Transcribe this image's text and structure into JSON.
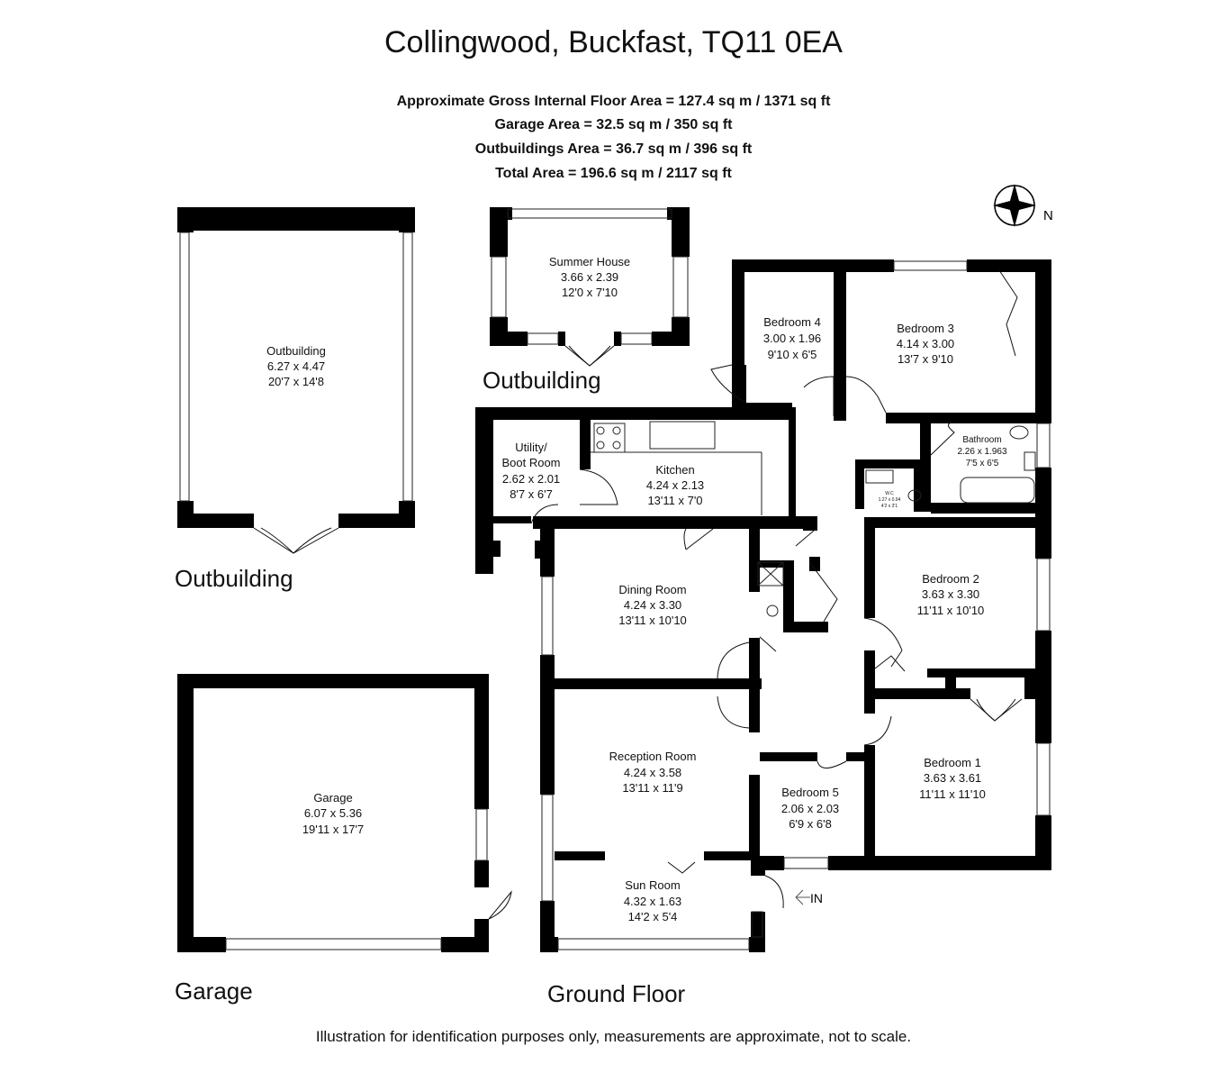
{
  "title": "Collingwood, Buckfast, TQ11 0EA",
  "areas": {
    "gross": "Approximate Gross Internal Floor Area  = 127.4 sq m / 1371  sq ft",
    "garage": "Garage Area = 32.5 sq m / 350 sq ft",
    "outbuildings": "Outbuildings Area = 36.7 sq m / 396 sq ft",
    "total": "Total Area = 196.6 sq m / 2117 sq ft"
  },
  "compass_label": "N",
  "entrance_label": "IN",
  "sections": {
    "outbuilding_left": "Outbuilding",
    "outbuilding_summer": "Outbuilding",
    "garage": "Garage",
    "ground_floor": "Ground Floor"
  },
  "rooms": {
    "outbuilding": {
      "name": "Outbuilding",
      "metric": "6.27 x 4.47",
      "imperial": "20'7 x 14'8"
    },
    "summer_house": {
      "name": "Summer House",
      "metric": "3.66 x 2.39",
      "imperial": "12'0 x 7'10"
    },
    "bedroom4": {
      "name": "Bedroom 4",
      "metric": "3.00 x 1.96",
      "imperial": "9'10 x 6'5"
    },
    "bedroom3": {
      "name": "Bedroom 3",
      "metric": "4.14 x 3.00",
      "imperial": "13'7 x 9'10"
    },
    "bathroom": {
      "name": "Bathroom",
      "metric": "2.26 x 1.963",
      "imperial": "7'5 x 6'5"
    },
    "wc": {
      "name": "W.C",
      "metric": "1.27 x 0.94",
      "imperial": "4'2 x 3'1"
    },
    "utility": {
      "name_line1": "Utility/",
      "name_line2": "Boot Room",
      "metric": "2.62 x 2.01",
      "imperial": "8'7 x 6'7"
    },
    "kitchen": {
      "name": "Kitchen",
      "metric": "4.24 x 2.13",
      "imperial": "13'11 x 7'0"
    },
    "dining": {
      "name": "Dining Room",
      "metric": "4.24 x 3.30",
      "imperial": "13'11 x 10'10"
    },
    "bedroom2": {
      "name": "Bedroom 2",
      "metric": "3.63 x 3.30",
      "imperial": "11'11 x 10'10"
    },
    "reception": {
      "name": "Reception Room",
      "metric": "4.24 x 3.58",
      "imperial": "13'11 x 11'9"
    },
    "bedroom1": {
      "name": "Bedroom 1",
      "metric": "3.63 x 3.61",
      "imperial": "11'11 x 11'10"
    },
    "bedroom5": {
      "name": "Bedroom 5",
      "metric": "2.06 x 2.03",
      "imperial": "6'9 x 6'8"
    },
    "sun_room": {
      "name": "Sun Room",
      "metric": "4.32 x 1.63",
      "imperial": "14'2 x 5'4"
    },
    "garage": {
      "name": "Garage",
      "metric": "6.07 x 5.36",
      "imperial": "19'11 x 17'7"
    }
  },
  "disclaimer": "Illustration for identification purposes only, measurements are approximate, not to scale."
}
